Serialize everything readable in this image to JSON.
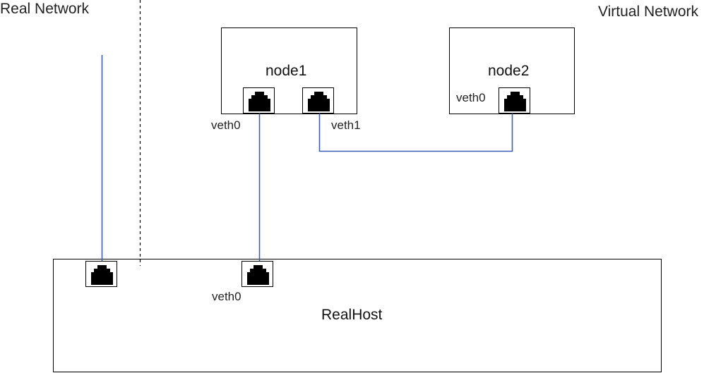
{
  "regions": {
    "real": "Real Network",
    "virtual": "Virtual Network"
  },
  "nodes": {
    "node1": {
      "title": "node1",
      "ports": [
        "veth0",
        "veth1"
      ]
    },
    "node2": {
      "title": "node2",
      "ports": [
        "veth0"
      ]
    },
    "realhost": {
      "title": "RealHost",
      "ports": [
        "veth0"
      ]
    }
  },
  "colors": {
    "wire": "#3a5fb5",
    "border": "#000000"
  },
  "icons": {
    "port": "ethernet-port-icon"
  }
}
